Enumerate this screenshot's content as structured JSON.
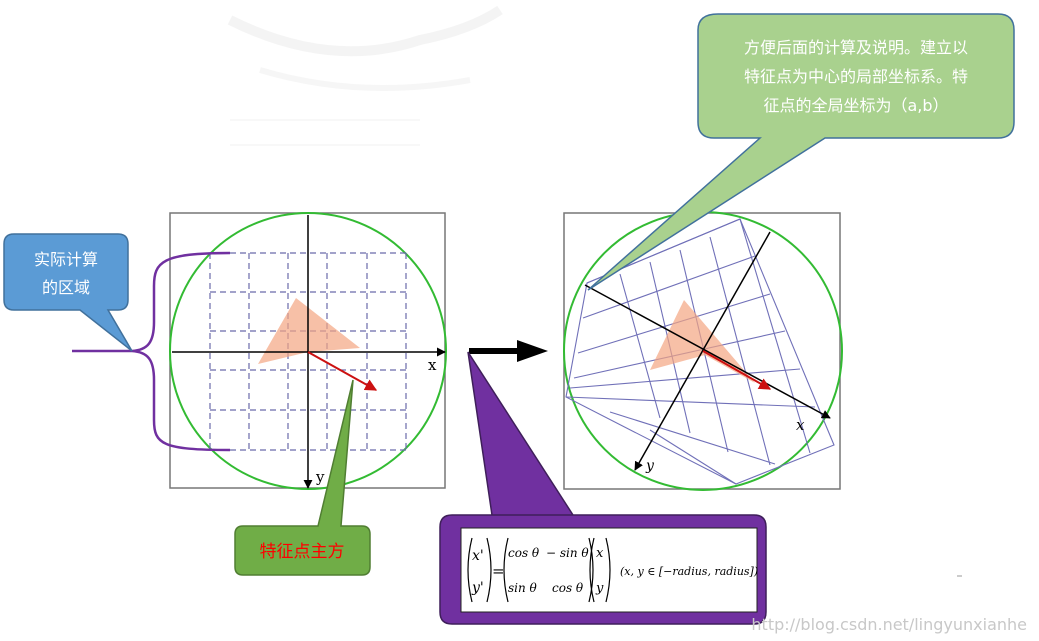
{
  "callouts": {
    "region": {
      "lines": [
        "实际计算",
        "的区域"
      ],
      "fill": "#5b9bd5"
    },
    "direction": {
      "text": "特征点主方",
      "fill": "#70ad47",
      "text_color": "#ff0000"
    },
    "coords": {
      "lines": [
        "方便后面的计算及说明。建立以",
        "特征点为中心的局部坐标系。特",
        "征点的全局坐标为（a,b）"
      ],
      "fill": "#a9d18e"
    },
    "formula": {
      "fill": "#7030a0"
    }
  },
  "left_panel": {
    "x_label": "x",
    "y_label": "y"
  },
  "right_panel": {
    "x_label": "x",
    "y_label": "y"
  },
  "formula": {
    "lhs": [
      "x'",
      "y'"
    ],
    "equals": "=",
    "matrix": [
      [
        "cos θ",
        "− sin θ"
      ],
      [
        "sin θ",
        "cos θ"
      ]
    ],
    "vector": [
      "x",
      "y"
    ],
    "condition": "(x, y ∈ [−radius, radius])"
  },
  "watermark": "http://blog.csdn.net/lingyunxianhe",
  "colors": {
    "circle": "#33bb33",
    "grid_left": "#6a6aaa",
    "grid_right": "#7070b8",
    "arrow": "#cc1111",
    "brace": "#7030a0",
    "wedge": "#f4a582"
  }
}
